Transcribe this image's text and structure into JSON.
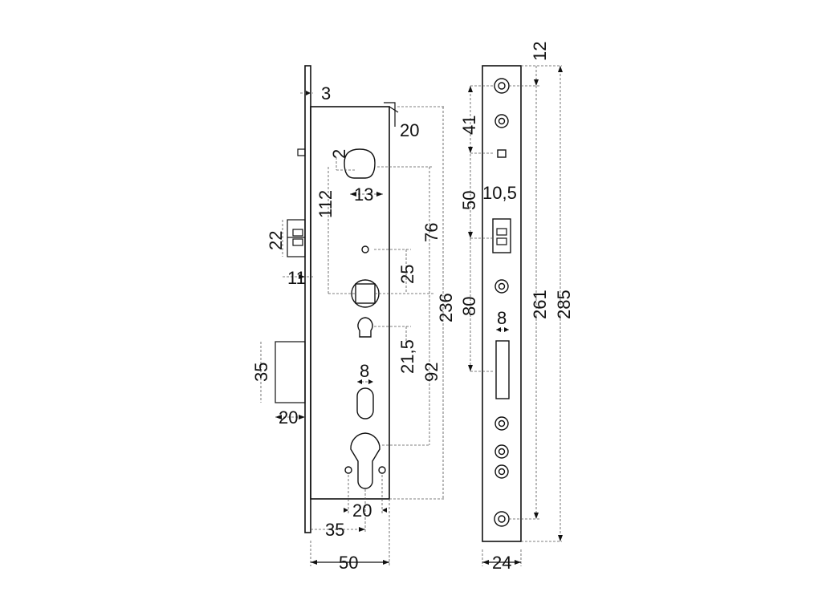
{
  "colors": {
    "line": "#111111",
    "dimension": "#555555",
    "background": "#ffffff"
  },
  "dimensions": {
    "faceplate_thickness": "3",
    "top_tab": "20",
    "spindle_offset": "2",
    "hole_width": "13",
    "follower_to_top": "112",
    "latch_height": "22",
    "latch_projection": "11",
    "top_to_cylinder": "76",
    "follower_to_hole": "25",
    "total_case_height": "236",
    "follower_to_key": "21,5",
    "follower_to_cylinder": "92",
    "deadbolt_height": "35",
    "deadbolt_projection": "20",
    "slot_width": "8",
    "cylinder_spacing": "20",
    "backset": "35",
    "case_depth": "50",
    "front_top_hole": "12",
    "front_hole_spacing": "41",
    "front_latch_spacing": "50",
    "front_latch_width": "10,5",
    "front_lower_spacing": "80",
    "front_slot_width": "8",
    "front_inner_length": "261",
    "front_total_length": "285",
    "front_width": "24"
  }
}
